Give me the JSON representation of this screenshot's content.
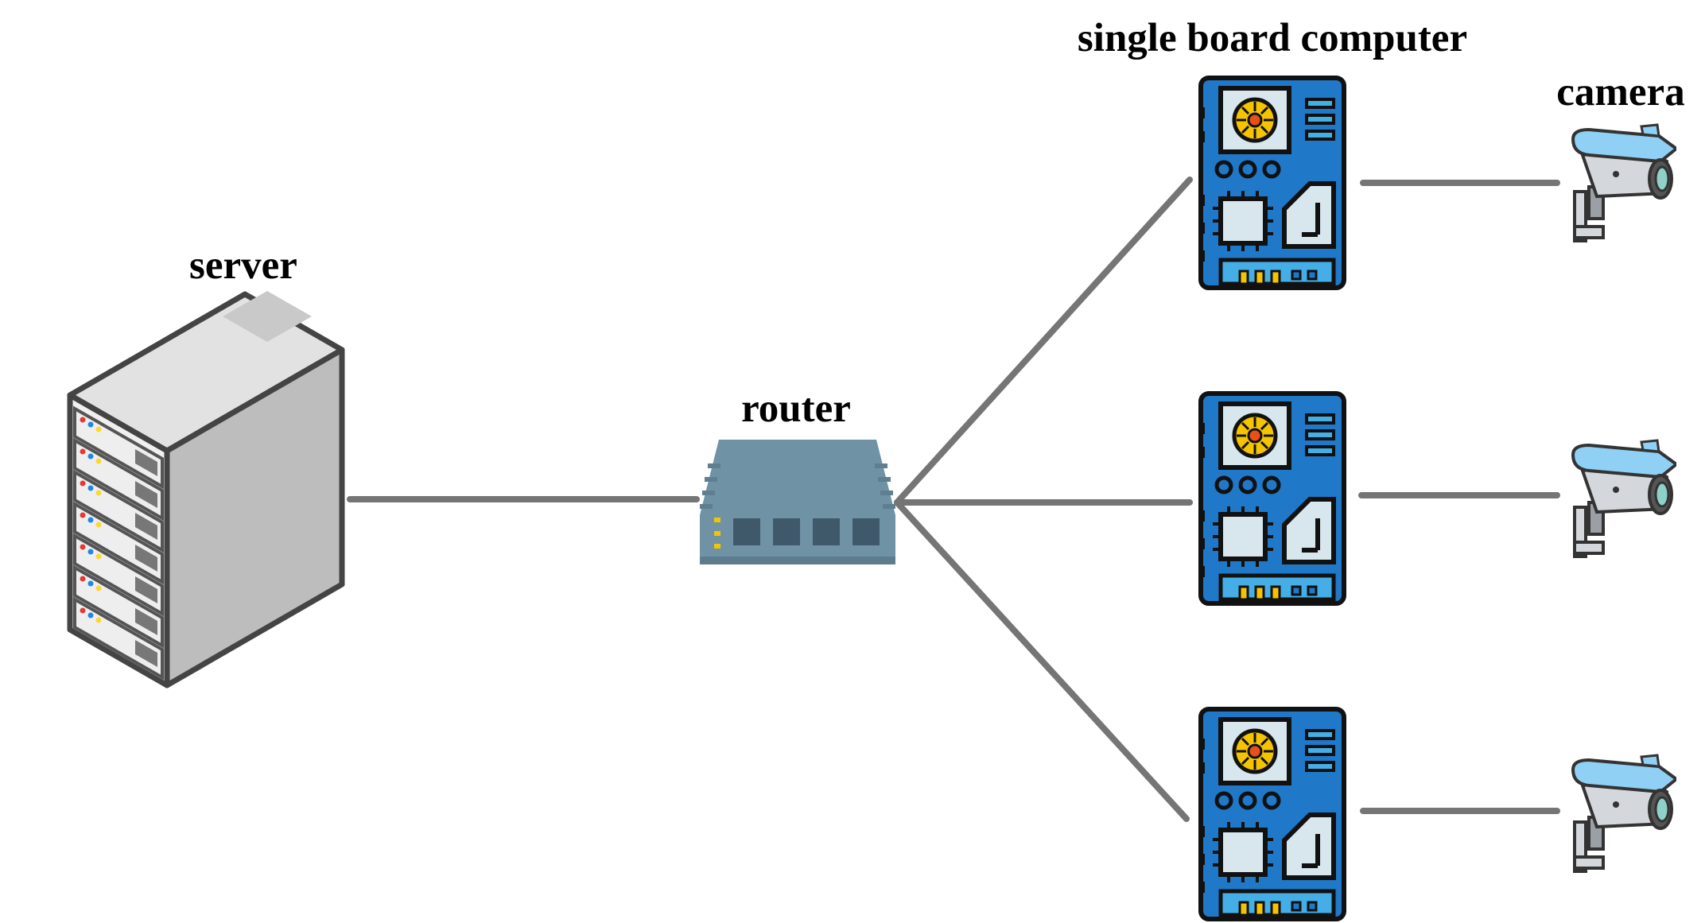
{
  "labels": {
    "server": "server",
    "router": "router",
    "sbc": "single board computer",
    "camera": "camera"
  },
  "colors": {
    "link": "#757575",
    "board_blue": "#1f78c8",
    "board_light": "#45aee6",
    "board_chip": "#d8e6ee",
    "board_gold": "#f5c400",
    "outline": "#111111",
    "router_body": "#6f92a4",
    "router_dark": "#40596a",
    "server_top": "#e2e2e2",
    "server_side": "#bdbdbd",
    "server_front": "#f0f0f0",
    "camera_body": "#d4d7db",
    "camera_hood": "#8fd0f4"
  },
  "icons": {
    "server": "server-rack-icon",
    "router": "network-router-icon",
    "sbc": "circuit-board-icon",
    "camera": "security-camera-icon"
  },
  "nodes": {
    "server": {
      "label": "server"
    },
    "router": {
      "label": "router"
    },
    "boards": [
      {
        "id": "sbc-1"
      },
      {
        "id": "sbc-2"
      },
      {
        "id": "sbc-3"
      }
    ],
    "cameras": [
      {
        "id": "camera-1"
      },
      {
        "id": "camera-2"
      },
      {
        "id": "camera-3"
      }
    ]
  },
  "edges": [
    {
      "from": "server",
      "to": "router"
    },
    {
      "from": "router",
      "to": "sbc-1"
    },
    {
      "from": "router",
      "to": "sbc-2"
    },
    {
      "from": "router",
      "to": "sbc-3"
    },
    {
      "from": "sbc-1",
      "to": "camera-1"
    },
    {
      "from": "sbc-2",
      "to": "camera-2"
    },
    {
      "from": "sbc-3",
      "to": "camera-3"
    }
  ]
}
